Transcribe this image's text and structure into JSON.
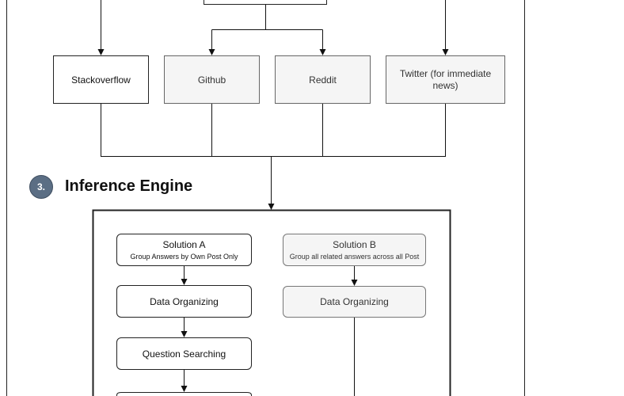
{
  "sources": {
    "stackoverflow": "Stackoverflow",
    "github": "Github",
    "reddit": "Reddit",
    "twitter": "Twitter (for immediate news)"
  },
  "section": {
    "number": "3.",
    "title": "Inference Engine"
  },
  "solution_a": {
    "title": "Solution A",
    "subtitle": "Group Answers by Own Post Only",
    "steps": [
      "Data Organizing",
      "Question Searching"
    ]
  },
  "solution_b": {
    "title": "Solution B",
    "subtitle": "Group all related answers across all Post",
    "steps": [
      "Data Organizing"
    ]
  }
}
